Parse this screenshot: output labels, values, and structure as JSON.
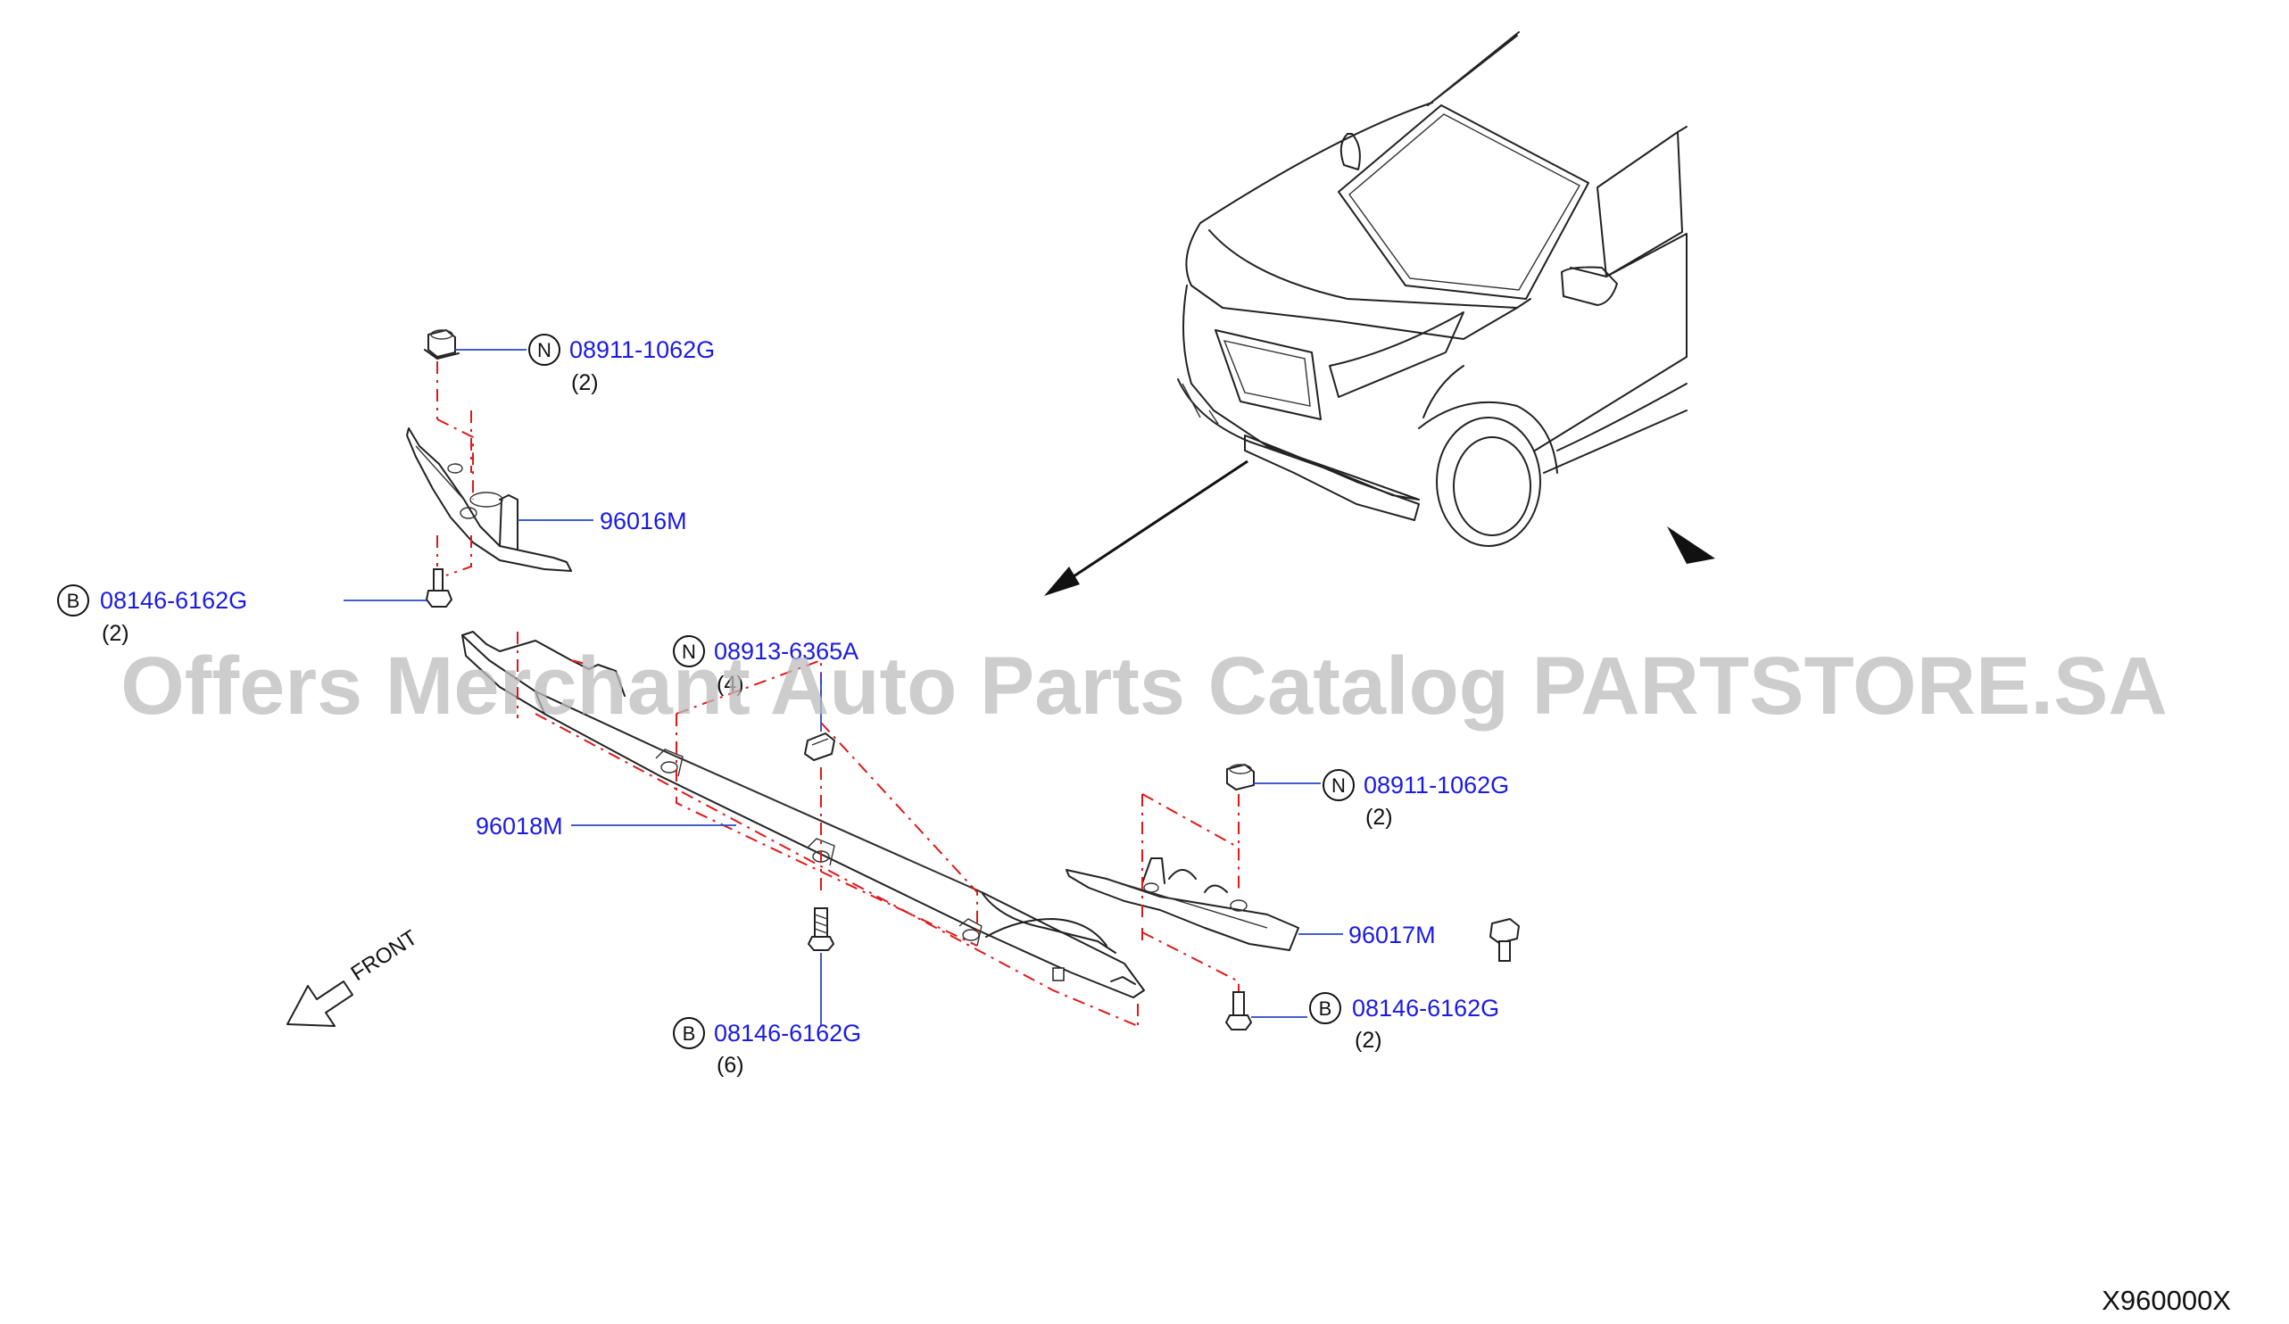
{
  "callouts": {
    "nut_top": {
      "badge": "N",
      "part": "08911-1062G",
      "qty": "(2)"
    },
    "bracket_left": {
      "part": "96016M"
    },
    "bolt_left": {
      "badge": "B",
      "part": "08146-6162G",
      "qty": "(2)"
    },
    "clip_center": {
      "badge": "N",
      "part": "08913-6365A",
      "qty": "(4)"
    },
    "cover_center": {
      "part": "96018M"
    },
    "nut_right": {
      "badge": "N",
      "part": "08911-1062G",
      "qty": "(2)"
    },
    "bracket_right": {
      "part": "96017M"
    },
    "bolt_center": {
      "badge": "B",
      "part": "08146-6162G",
      "qty": "(6)"
    },
    "bolt_right": {
      "badge": "B",
      "part": "08146-6162G",
      "qty": "(2)"
    }
  },
  "front_label": "FRONT",
  "diagram_code": "X960000X",
  "watermark": "Offers Merchant Auto Parts Catalog PARTSTORE.SA",
  "colors": {
    "part_number": "#1a1ae6",
    "leader": "#2a47c8",
    "assembly_line": "#e01818",
    "text": "#111111"
  },
  "icons": [
    "hex-nut-icon",
    "flange-bolt-icon",
    "speed-clip-icon",
    "front-arrow-icon",
    "view-direction-arrow-icon"
  ]
}
